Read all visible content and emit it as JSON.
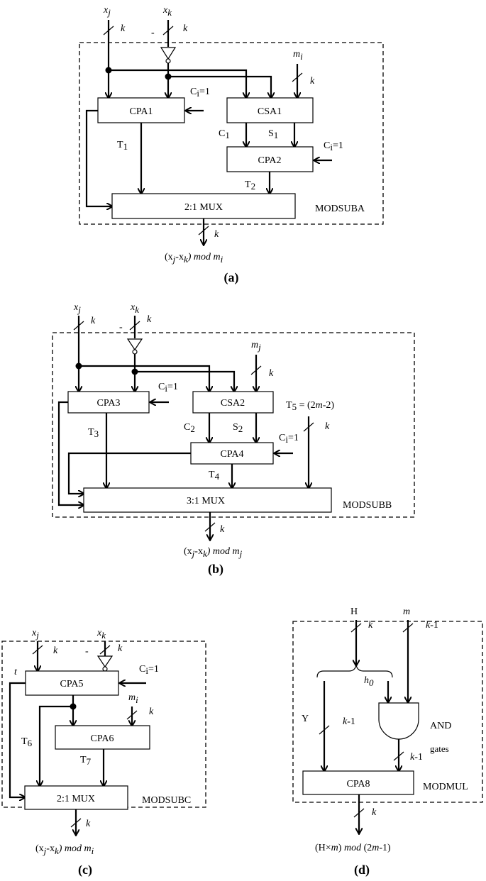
{
  "panel_a": {
    "in1": "x",
    "in1_sub": "j",
    "in2": "x",
    "in2_sub": "k",
    "in3": "m",
    "in3_sub": "i",
    "k": "k",
    "minus": "-",
    "blocks": [
      "CPA1",
      "CSA1",
      "CPA2",
      "2:1 MUX"
    ],
    "ci1": "C",
    "ci1_sub": "i",
    "ci1_tail": "=1",
    "ci2": "C",
    "ci2_sub": "i",
    "ci2_tail": "=1",
    "c1": "C",
    "c1_sub": "1",
    "s1": "S",
    "s1_sub": "1",
    "t1": "T",
    "t1_sub": "1",
    "t2": "T",
    "t2_sub": "2",
    "module": "MODSUBA",
    "out_pre": "(x",
    "out_sub1": "j",
    "out_mid": "-x",
    "out_sub2": "k",
    "out_tail": ") mod m",
    "out_sub3": "i",
    "caption": "(a)"
  },
  "panel_b": {
    "in1": "x",
    "in1_sub": "j",
    "in2": "x",
    "in2_sub": "k",
    "in3": "m",
    "in3_sub": "j",
    "k": "k",
    "minus": "-",
    "blocks": [
      "CPA3",
      "CSA2",
      "CPA4",
      "3:1 MUX"
    ],
    "ci1": "C",
    "ci1_sub": "i",
    "ci1_tail": "=1",
    "ci2": "C",
    "ci2_sub": "i",
    "ci2_tail": "=1",
    "c2": "C",
    "c2_sub": "2",
    "s2": "S",
    "s2_sub": "2",
    "t3": "T",
    "t3_sub": "3",
    "t4": "T",
    "t4_sub": "4",
    "t5": "T",
    "t5_sub": "5",
    "t5_tail_a": " = (2",
    "t5_m": "m",
    "t5_tail_b": "-2)",
    "module": "MODSUBB",
    "out_pre": "(x",
    "out_sub1": "j",
    "out_mid": "-x",
    "out_sub2": "k",
    "out_tail": ") mod m",
    "out_sub3": "j",
    "caption": "(b)"
  },
  "panel_c": {
    "in1": "x",
    "in1_sub": "j",
    "in2": "x",
    "in2_sub": "k",
    "in3": "m",
    "in3_sub": "i",
    "k": "k",
    "minus": "-",
    "t_label": "t",
    "blocks": [
      "CPA5",
      "CPA6",
      "2:1 MUX"
    ],
    "ci1": "C",
    "ci1_sub": "i",
    "ci1_tail": "=1",
    "t6": "T",
    "t6_sub": "6",
    "t7": "T",
    "t7_sub": "7",
    "module": "MODSUBC",
    "out_pre": "(x",
    "out_sub1": "j",
    "out_mid": "-x",
    "out_sub2": "k",
    "out_tail": ") mod m",
    "out_sub3": "i",
    "caption": "(c)"
  },
  "panel_d": {
    "in1": "H",
    "in2": "m",
    "k": "k",
    "k1": "k",
    "k1_tail": "-1",
    "h0": "h",
    "h0_sub": "0",
    "y": "Y",
    "and_label": "AND",
    "gates_label": "gates",
    "blocks": [
      "CPA8"
    ],
    "module": "MODMUL",
    "out_a": "(H×",
    "out_m": "m",
    "out_b": ") ",
    "out_mod": "mod",
    "out_c": " (2",
    "out_m2": "m",
    "out_d": "-1)",
    "caption": "(d)"
  }
}
